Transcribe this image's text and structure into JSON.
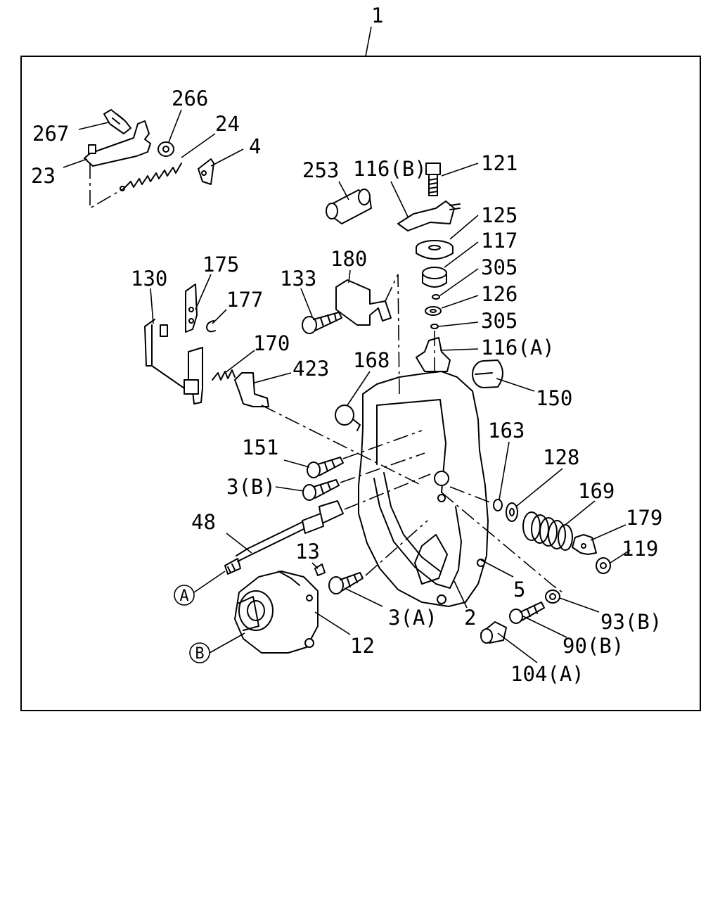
{
  "diagram": {
    "assembly_callout": "1",
    "labels": [
      {
        "id": "267",
        "text": "267"
      },
      {
        "id": "266",
        "text": "266"
      },
      {
        "id": "24",
        "text": "24"
      },
      {
        "id": "4",
        "text": "4"
      },
      {
        "id": "23",
        "text": "23"
      },
      {
        "id": "253",
        "text": "253"
      },
      {
        "id": "116b",
        "text": "116(B)"
      },
      {
        "id": "121",
        "text": "121"
      },
      {
        "id": "125",
        "text": "125"
      },
      {
        "id": "117",
        "text": "117"
      },
      {
        "id": "305a",
        "text": "305"
      },
      {
        "id": "126",
        "text": "126"
      },
      {
        "id": "305b",
        "text": "305"
      },
      {
        "id": "116a",
        "text": "116(A)"
      },
      {
        "id": "130",
        "text": "130"
      },
      {
        "id": "175",
        "text": "175"
      },
      {
        "id": "177",
        "text": "177"
      },
      {
        "id": "180",
        "text": "180"
      },
      {
        "id": "133",
        "text": "133"
      },
      {
        "id": "170",
        "text": "170"
      },
      {
        "id": "423",
        "text": "423"
      },
      {
        "id": "168",
        "text": "168"
      },
      {
        "id": "150",
        "text": "150"
      },
      {
        "id": "163",
        "text": "163"
      },
      {
        "id": "128",
        "text": "128"
      },
      {
        "id": "151",
        "text": "151"
      },
      {
        "id": "3b",
        "text": "3(B)"
      },
      {
        "id": "169",
        "text": "169"
      },
      {
        "id": "179",
        "text": "179"
      },
      {
        "id": "48",
        "text": "48"
      },
      {
        "id": "119",
        "text": "119"
      },
      {
        "id": "13",
        "text": "13"
      },
      {
        "id": "5",
        "text": "5"
      },
      {
        "id": "3a",
        "text": "3(A)"
      },
      {
        "id": "2",
        "text": "2"
      },
      {
        "id": "93b",
        "text": "93(B)"
      },
      {
        "id": "12",
        "text": "12"
      },
      {
        "id": "90b",
        "text": "90(B)"
      },
      {
        "id": "104a",
        "text": "104(A)"
      }
    ],
    "connection_markers": [
      {
        "id": "A",
        "text": "A"
      },
      {
        "id": "B",
        "text": "B"
      }
    ]
  }
}
